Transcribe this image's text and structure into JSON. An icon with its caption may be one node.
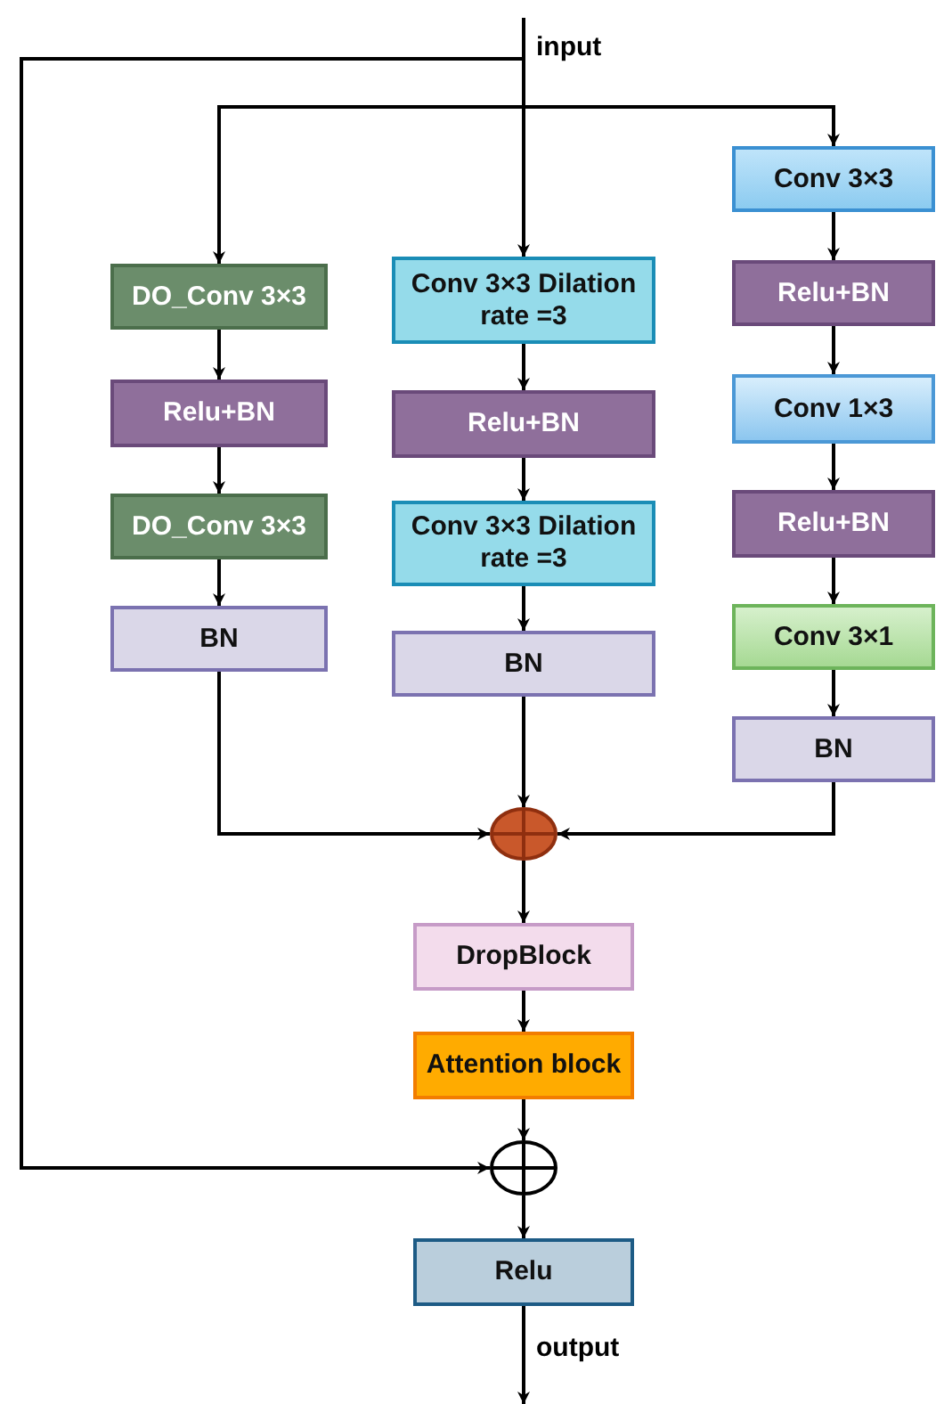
{
  "diagram": {
    "nodes": [
      {
        "text": [
          "DO_Conv 3×3"
        ]
      },
      {
        "text": [
          "Relu+BN"
        ]
      },
      {
        "text": [
          "DO_Conv 3×3"
        ]
      },
      {
        "text": [
          "BN"
        ]
      },
      {
        "text": [
          "Conv 3×3 Dilation rate =3"
        ]
      },
      {
        "text": [
          "Relu+BN"
        ]
      },
      {
        "text": [
          "Conv 3×3 Dilation rate =3"
        ]
      },
      {
        "text": [
          "BN"
        ]
      },
      {
        "text": [
          "Conv 3×3"
        ]
      },
      {
        "text": [
          "Relu+BN"
        ]
      },
      {
        "text": [
          "Conv 1×3"
        ]
      },
      {
        "text": [
          "Relu+BN"
        ]
      },
      {
        "text": [
          "Conv 3×1"
        ]
      },
      {
        "text": [
          "BN"
        ]
      },
      {
        "text": [],
        "shape": "circle"
      },
      {
        "text": [
          "DropBlock"
        ]
      },
      {
        "text": [
          "Attention block"
        ]
      },
      {
        "text": [],
        "shape": "circle"
      },
      {
        "text": [
          "Relu"
        ]
      }
    ],
    "edges": [
      {
        "from": null,
        "to": 0,
        "arrow": "to"
      },
      {
        "from": null,
        "to": 4,
        "arrow": "to"
      },
      {
        "from": null,
        "to": 8,
        "arrow": "to"
      },
      {
        "from": null,
        "to": 17,
        "arrow": "to"
      },
      {
        "from": 0,
        "to": 1,
        "arrow": "to"
      },
      {
        "from": 1,
        "to": 2,
        "arrow": "to"
      },
      {
        "from": 2,
        "to": 3,
        "arrow": "to"
      },
      {
        "from": 4,
        "to": 5,
        "arrow": "to"
      },
      {
        "from": 5,
        "to": 6,
        "arrow": "to"
      },
      {
        "from": 6,
        "to": 7,
        "arrow": "to"
      },
      {
        "from": 8,
        "to": 9,
        "arrow": "to"
      },
      {
        "from": 9,
        "to": 10,
        "arrow": "to"
      },
      {
        "from": 10,
        "to": 11,
        "arrow": "to"
      },
      {
        "from": 11,
        "to": 12,
        "arrow": "to"
      },
      {
        "from": 12,
        "to": 13,
        "arrow": "to"
      },
      {
        "from": 3,
        "to": 14,
        "arrow": "to"
      },
      {
        "from": 7,
        "to": 14,
        "arrow": "to"
      },
      {
        "from": 13,
        "to": 14,
        "arrow": "to"
      },
      {
        "from": 14,
        "to": 15,
        "arrow": "to"
      },
      {
        "from": 15,
        "to": 16,
        "arrow": "to"
      },
      {
        "from": 16,
        "to": 17,
        "arrow": "to"
      },
      {
        "from": 17,
        "to": 18,
        "arrow": "to"
      },
      {
        "from": 18,
        "to": null,
        "arrow": "to"
      }
    ],
    "labels": [
      "input",
      "output"
    ]
  }
}
